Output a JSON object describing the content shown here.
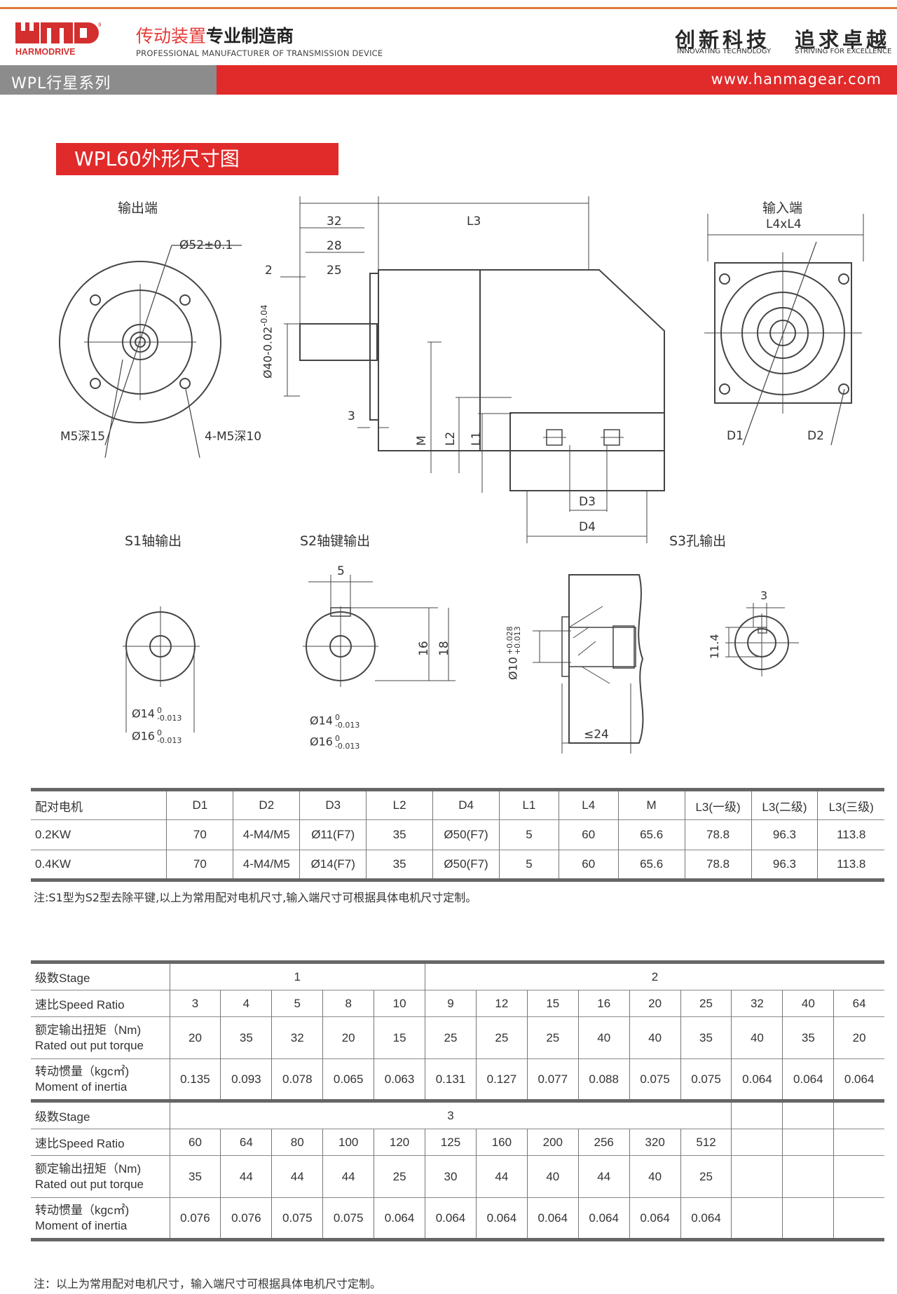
{
  "brand": {
    "logo_text": "HMD",
    "logo_sub": "HARMODRIVE",
    "registered": "®"
  },
  "header": {
    "tagline_red": "传动装置",
    "tagline_bold": "专业制造商",
    "tagline_en": "PROFESSIONAL MANUFACTURER OF TRANSMISSION DEVICE",
    "slogan1": "创新科技",
    "slogan1_en": "INNOVATING TECHNOLOGY",
    "slogan2": "追求卓越",
    "slogan2_en": "STRIVING FOR EXCELLENCE",
    "series": "WPL行星系列",
    "website": "www.hanmagear.com"
  },
  "section_title": "WPL60外形尺寸图",
  "drawing": {
    "output_end": "输出端",
    "input_end": "输入端",
    "d52": "Ø52±0.1",
    "m5_15": "M5深15",
    "m5_10": "4-M5深10",
    "dim_32": "32",
    "dim_28": "28",
    "dim_25": "25",
    "dim_2": "2",
    "dim_3": "3",
    "l3": "L3",
    "l4xl4": "L4xL4",
    "d40": "Ø40-0.02",
    "d40_tol": "-0.04",
    "m": "M",
    "l2": "L2",
    "l1": "L1",
    "d1": "D1",
    "d2": "D2",
    "d3": "D3",
    "d4": "D4",
    "s1": "S1轴输出",
    "s2": "S2轴键输出",
    "s3": "S3孔输出",
    "dim_5": "5",
    "dim_16": "16",
    "dim_18": "18",
    "d14": "Ø14",
    "d14_tol_top": "0",
    "d14_tol_bot": "-0.013",
    "d16": "Ø16",
    "d16_tol_top": "0",
    "d16_tol_bot": "-0.013",
    "d10": "Ø10",
    "d10_tol_top": "+0.028",
    "d10_tol_bot": "+0.013",
    "le24": "≤24",
    "dim_3s3": "3",
    "dim_114": "11.4"
  },
  "motor_table": {
    "headers": [
      "配对电机",
      "D1",
      "D2",
      "D3",
      "L2",
      "D4",
      "L1",
      "L4",
      "M",
      "L3(一级)",
      "L3(二级)",
      "L3(三级)"
    ],
    "rows": [
      [
        "0.2KW",
        "70",
        "4-M4/M5",
        "Ø11(F7)",
        "35",
        "Ø50(F7)",
        "5",
        "60",
        "65.6",
        "78.8",
        "96.3",
        "113.8"
      ],
      [
        "0.4KW",
        "70",
        "4-M4/M5",
        "Ø14(F7)",
        "35",
        "Ø50(F7)",
        "5",
        "60",
        "65.6",
        "78.8",
        "96.3",
        "113.8"
      ]
    ]
  },
  "note1": "注:S1型为S2型去除平键,以上为常用配对电机尺寸,输入端尺寸可根据具体电机尺寸定制。",
  "spec_table": {
    "stage_label": "级数Stage",
    "ratio_label": "速比Speed Ratio",
    "torque_label_cn": "额定输出扭矩（Nm)",
    "torque_label_en": "Rated out put torque",
    "inertia_label_cn": "转动惯量（kgc㎡)",
    "inertia_label_en": "Moment of inertia",
    "block1": {
      "stage1": "1",
      "stage2": "2",
      "ratios": [
        "3",
        "4",
        "5",
        "8",
        "10",
        "9",
        "12",
        "15",
        "16",
        "20",
        "25",
        "32",
        "40",
        "64"
      ],
      "torque": [
        "20",
        "35",
        "32",
        "20",
        "15",
        "25",
        "25",
        "25",
        "40",
        "40",
        "35",
        "40",
        "35",
        "20"
      ],
      "inertia": [
        "0.135",
        "0.093",
        "0.078",
        "0.065",
        "0.063",
        "0.131",
        "0.127",
        "0.077",
        "0.088",
        "0.075",
        "0.075",
        "0.064",
        "0.064",
        "0.064"
      ]
    },
    "block2": {
      "stage3": "3",
      "ratios": [
        "60",
        "64",
        "80",
        "100",
        "120",
        "125",
        "160",
        "200",
        "256",
        "320",
        "512",
        "",
        "",
        ""
      ],
      "torque": [
        "35",
        "44",
        "44",
        "44",
        "25",
        "30",
        "44",
        "40",
        "44",
        "40",
        "25",
        "",
        "",
        ""
      ],
      "inertia": [
        "0.076",
        "0.076",
        "0.075",
        "0.075",
        "0.064",
        "0.064",
        "0.064",
        "0.064",
        "0.064",
        "0.064",
        "0.064",
        "",
        "",
        ""
      ]
    }
  },
  "note2": "注：以上为常用配对电机尺寸，输入端尺寸可根据具体电机尺寸定制。",
  "colors": {
    "accent_red": "#e12a2a",
    "header_grey": "#8c8c8c",
    "top_line": "#e07a3a"
  }
}
